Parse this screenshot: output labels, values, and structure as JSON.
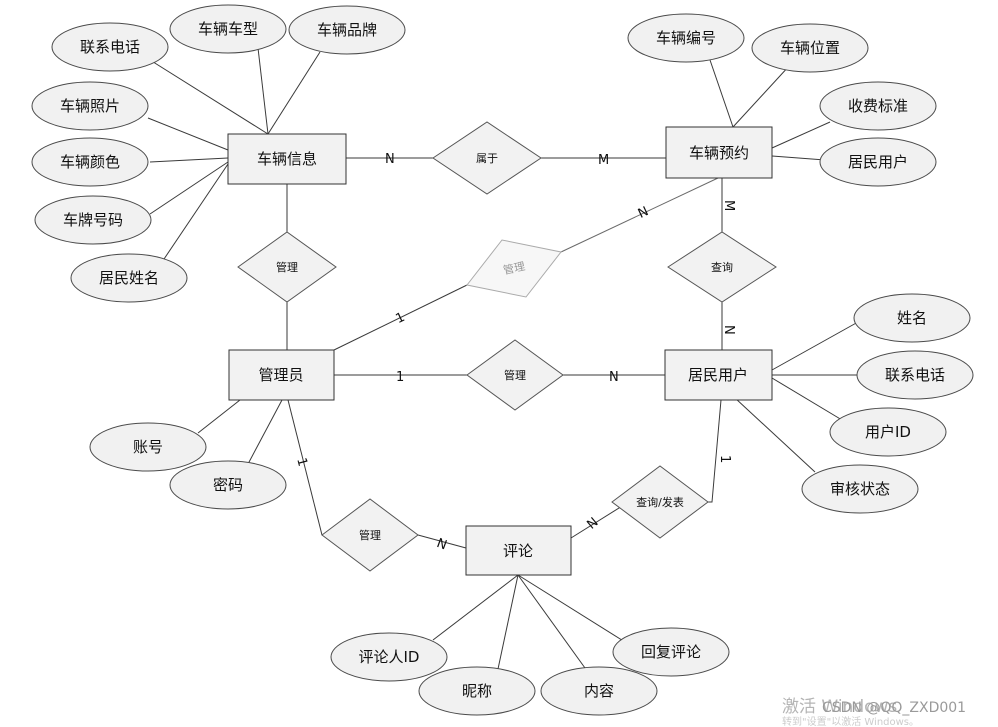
{
  "entities": {
    "vehicle_info": "车辆信息",
    "vehicle_booking": "车辆预约",
    "admin": "管理员",
    "resident": "居民用户",
    "comment": "评论"
  },
  "relationships": {
    "belongs_to": "属于",
    "manage_vehicle": "管理",
    "manage_booking": "管理",
    "query_booking": "查询",
    "manage_resident": "管理",
    "query_publish": "查询/发表",
    "manage_comment": "管理"
  },
  "attributes": {
    "vehicle_info": [
      "联系电话",
      "车辆车型",
      "车辆品牌",
      "车辆照片",
      "车辆颜色",
      "车牌号码",
      "居民姓名"
    ],
    "vehicle_booking": [
      "车辆编号",
      "车辆位置",
      "收费标准",
      "居民用户"
    ],
    "admin": [
      "账号",
      "密码"
    ],
    "resident": [
      "姓名",
      "联系电话",
      "用户ID",
      "审核状态"
    ],
    "comment": [
      "评论人ID",
      "昵称",
      "内容",
      "回复评论"
    ]
  },
  "cardinalities": {
    "vehicle_belongs_left": "N",
    "vehicle_belongs_right": "M",
    "booking_manage_top": "N",
    "booking_manage_bottom": "1",
    "booking_query_top": "M",
    "booking_query_bottom": "N",
    "resident_manage_left": "1",
    "resident_manage_right": "N",
    "resident_query_top": "1",
    "resident_query_bottom": "N",
    "comment_manage_top": "1",
    "comment_manage_bottom": "N"
  },
  "watermark": {
    "line1": "激活 Windows",
    "line2": "CSDN @QQ_ZXD001",
    "line3": "转到\"设置\"以激活 Windows。"
  }
}
